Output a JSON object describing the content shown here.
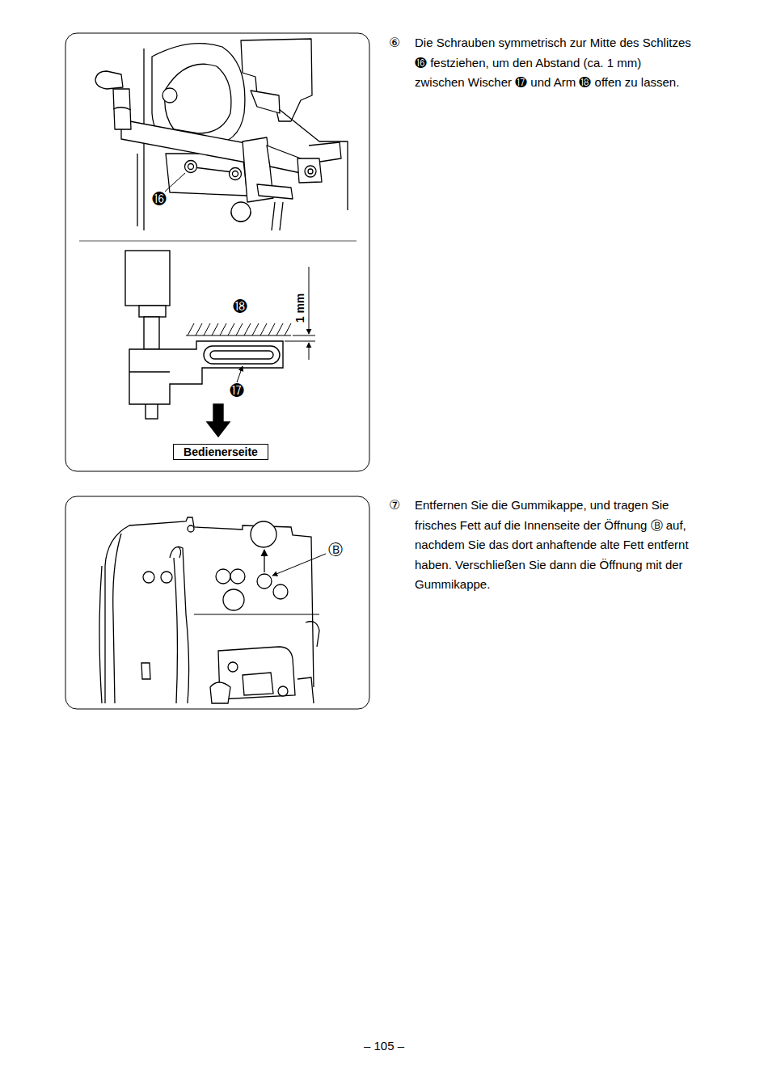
{
  "diagram": {
    "nodes": [
      {
        "text": [
          "Bedienerseite"
        ]
      }
    ],
    "labels": [
      "⑥",
      "Die Schrauben symmetrisch zur Mitte des Schlitzes ⓰ festziehen, um den Abstand (ca. 1 mm) zwischen Wischer ⓱ und Arm ⓲ offen zu lassen.",
      "⓰",
      "⓲",
      "1 mm",
      "⓱",
      "⑦",
      "Entfernen Sie die Gummikappe, und tragen Sie frisches Fett auf die Innenseite der Öffnung Ⓑ auf, nachdem Sie das dort anhaftende alte Fett entfernt haben. Verschließen Sie dann die Öffnung mit der Gummikappe.",
      "Ⓑ",
      "– 105 –"
    ]
  }
}
